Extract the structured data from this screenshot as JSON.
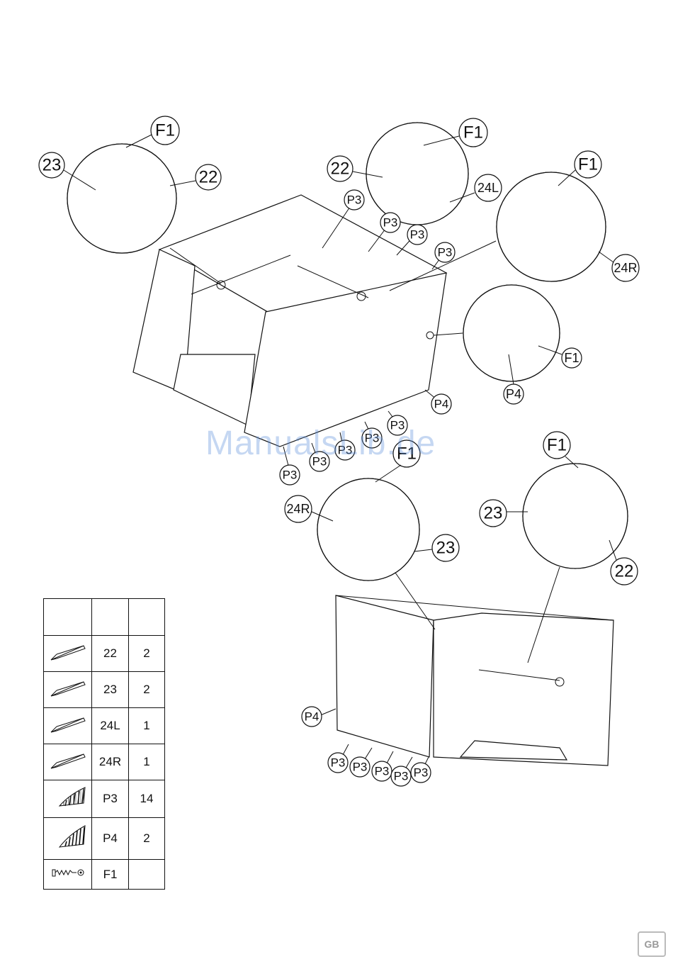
{
  "watermark": "ManualsLib.de",
  "page_badge": "GB",
  "top_assembly": {
    "callouts": [
      "P3",
      "P3",
      "P3",
      "P3",
      "P4",
      "P3",
      "P3",
      "P3",
      "P3",
      "P3"
    ],
    "detail_a": {
      "labels": [
        "23",
        "F1",
        "22"
      ]
    },
    "detail_b": {
      "labels": [
        "22",
        "F1",
        "24L"
      ]
    },
    "detail_c": {
      "labels": [
        "F1",
        "24R"
      ]
    },
    "detail_d": {
      "labels": [
        "F1",
        "P4"
      ]
    }
  },
  "bottom_assembly": {
    "callouts": [
      "P4",
      "P3",
      "P3",
      "P3",
      "P3",
      "P3"
    ],
    "detail_e": {
      "labels": [
        "F1",
        "24R",
        "23"
      ]
    },
    "detail_f": {
      "labels": [
        "F1",
        "23",
        "22"
      ]
    }
  },
  "parts_table": {
    "rows": [
      {
        "icon": "angle-bar-icon",
        "part": "22",
        "qty": "2"
      },
      {
        "icon": "angle-bar-icon",
        "part": "23",
        "qty": "2"
      },
      {
        "icon": "angle-bar-icon",
        "part": "24L",
        "qty": "1"
      },
      {
        "icon": "angle-bar-icon",
        "part": "24R",
        "qty": "1"
      },
      {
        "icon": "corrugated-panel-icon",
        "part": "P3",
        "qty": "14"
      },
      {
        "icon": "corrugated-panel-icon",
        "part": "P4",
        "qty": "2"
      },
      {
        "icon": "screw-icon",
        "part": "F1",
        "qty": ""
      }
    ]
  }
}
